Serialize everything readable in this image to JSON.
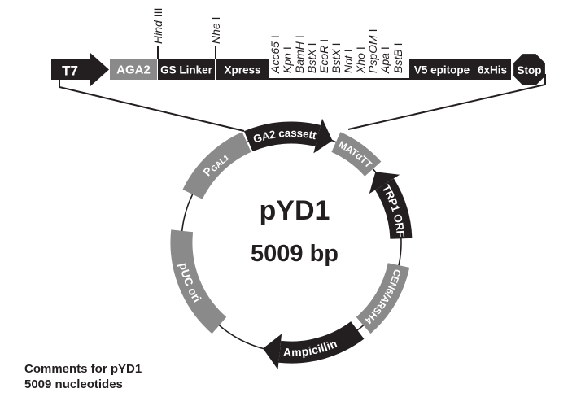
{
  "colors": {
    "black": "#231f20",
    "gray": "#8a8a8a",
    "white": "#ffffff"
  },
  "construct": {
    "t7": {
      "label": "T7",
      "shape": "right-arrow"
    },
    "boxes": [
      {
        "label": "AGA2",
        "color": "gray"
      },
      {
        "label": "GS Linker",
        "color": "black"
      },
      {
        "label": "Xpress",
        "color": "black"
      },
      {
        "label": "V5 epitope",
        "color": "black"
      },
      {
        "label": "6xHis",
        "color": "black"
      }
    ],
    "stop": {
      "label": "Stop",
      "shape": "octagon"
    },
    "upper_sites": [
      {
        "name": "Hind",
        "numeral": "III"
      },
      {
        "name": "Nhe",
        "numeral": "I"
      }
    ],
    "mcs_sites": [
      {
        "name": "Acc65",
        "numeral": "I"
      },
      {
        "name": "Kpn",
        "numeral": "I"
      },
      {
        "name": "BamH",
        "numeral": "I"
      },
      {
        "name": "BstX",
        "numeral": "I"
      },
      {
        "name": "EcoR",
        "numeral": "I"
      },
      {
        "name": "BstX",
        "numeral": "I"
      },
      {
        "name": "Not",
        "numeral": "I"
      },
      {
        "name": "Xho",
        "numeral": "I"
      },
      {
        "name": "PspOM",
        "numeral": "I"
      },
      {
        "name": "Apa",
        "numeral": "I"
      },
      {
        "name": "BstB",
        "numeral": "I"
      }
    ]
  },
  "plasmid": {
    "name": "pYD1",
    "size": "5009 bp",
    "segments": [
      {
        "label": "AGA2 cassette",
        "color": "black",
        "arrow": "clockwise"
      },
      {
        "label": "MATαTT",
        "color": "gray",
        "arrow": "none"
      },
      {
        "label": "TRP1 ORF",
        "color": "black",
        "arrow": "counterclockwise"
      },
      {
        "label": "CEN6/ARSH4",
        "color": "gray",
        "arrow": "none"
      },
      {
        "label": "Ampicillin",
        "color": "black",
        "arrow": "clockwise"
      },
      {
        "label": "pUC ori",
        "color": "gray",
        "arrow": "none"
      },
      {
        "label_main": "P",
        "label_sub": "GAL1",
        "color": "gray",
        "arrow": "none"
      }
    ]
  },
  "footer": {
    "line1": "Comments for pYD1",
    "line2": "5009 nucleotides"
  }
}
